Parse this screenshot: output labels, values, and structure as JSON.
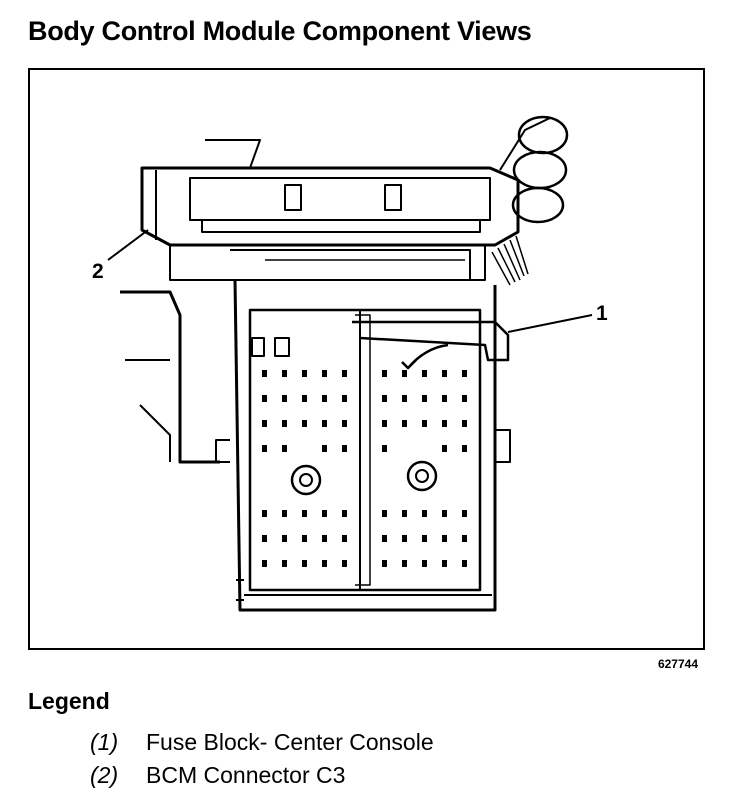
{
  "title": "Body Control Module Component Views",
  "callouts": {
    "one": "1",
    "two": "2"
  },
  "figure_id": "627744",
  "legend": {
    "heading": "Legend",
    "items": [
      {
        "num": "(1)",
        "text": "Fuse Block- Center Console"
      },
      {
        "num": "(2)",
        "text": "BCM Connector C3"
      }
    ]
  }
}
